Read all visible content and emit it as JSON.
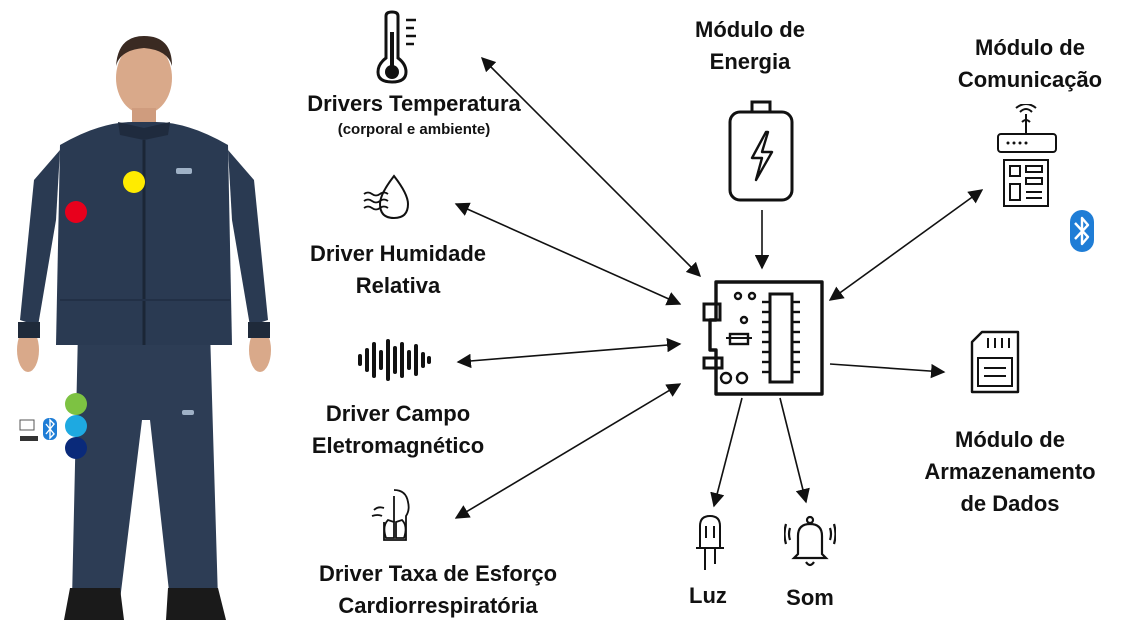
{
  "labels": {
    "temperatura": "Drivers Temperatura",
    "temperatura_sub": "(corporal e ambiente)",
    "humidade_1": "Driver Humidade",
    "humidade_2": "Relativa",
    "campo_1": "Driver Campo",
    "campo_2": "Eletromagnético",
    "esforco_1": "Driver Taxa de Esforço",
    "esforco_2": "Cardiorrespiratória",
    "energia_1": "Módulo de",
    "energia_2": "Energia",
    "comunicacao_1": "Módulo de",
    "comunicacao_2": "Comunicação",
    "armazenamento_1": "Módulo de",
    "armazenamento_2": "Armazenamento",
    "armazenamento_3": "de Dados",
    "luz": "Luz",
    "som": "Som"
  },
  "sensor_dots": {
    "chest": "#ffeb00",
    "arm": "#e8001c",
    "leg_1": "#7dc242",
    "leg_2": "#1ea9e1",
    "leg_3": "#0a2a7a"
  },
  "colors": {
    "jacket": "#2a3a52",
    "bluetooth": "#1f7dd6"
  },
  "icons": {
    "temperature": "thermometer-icon",
    "humidity": "water-drop-icon",
    "emf": "sound-wave-icon",
    "respiratory": "lungs-icon",
    "energy": "battery-icon",
    "communication": "router-icon",
    "bluetooth": "bluetooth-icon",
    "storage": "sd-card-icon",
    "light": "led-icon",
    "sound": "bell-icon",
    "controller": "circuit-board-icon"
  }
}
